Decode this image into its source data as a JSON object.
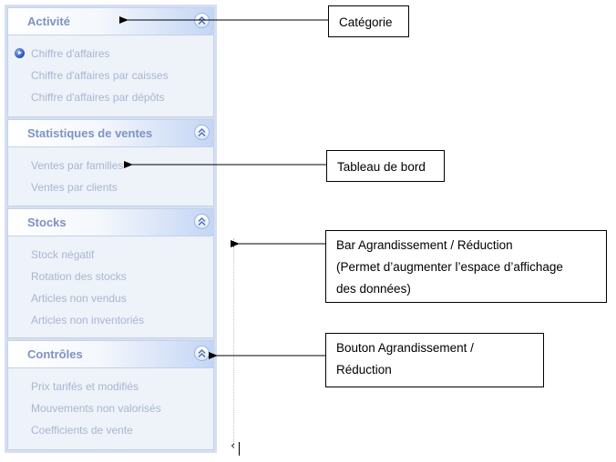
{
  "panel": {
    "categories": [
      {
        "title": "Activité",
        "items": [
          "Chiffre d'affaires",
          "Chiffre d'affaires par caisses",
          "Chiffre d'affaires par dépôts"
        ]
      },
      {
        "title": "Statistiques de ventes",
        "items": [
          "Ventes par familles",
          "Ventes par clients"
        ]
      },
      {
        "title": "Stocks",
        "items": [
          "Stock négatif",
          "Rotation des stocks",
          "Articles non vendus",
          "Articles non inventoriés"
        ]
      },
      {
        "title": "Contrôles",
        "items": [
          "Prix tarifés et modifiés",
          "Mouvements non valorisés",
          "Coefficients de vente"
        ]
      }
    ]
  },
  "callouts": {
    "categorie": "Catégorie",
    "tableau": "Tableau de bord",
    "bar_line1": "Bar Agrandissement / Réduction",
    "bar_line2": "(Permet d’augmenter l’espace d’affichage",
    "bar_line3": "des données)",
    "bouton_line1": "Bouton Agrandissement /",
    "bouton_line2": "Réduction"
  },
  "icons": {
    "collapse": "double-chevron-up-icon",
    "resize": "chevron-left-icon",
    "selected": "play-bullet-icon"
  },
  "colors": {
    "panel_bg": "#d6dff0",
    "header_title": "#7d93c0",
    "item_text": "#a9b7d1"
  }
}
